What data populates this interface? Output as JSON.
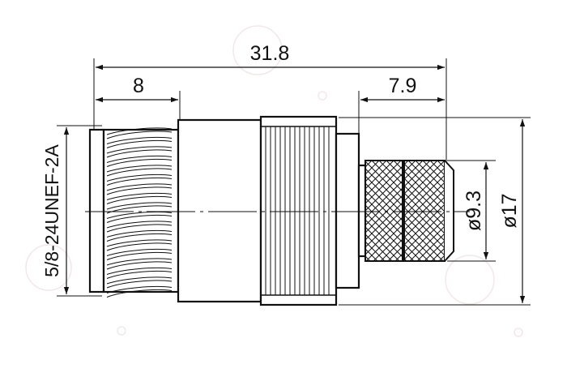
{
  "drawing": {
    "dimensions": {
      "overall_length": "31.8",
      "thread_length": "8",
      "crimp_length": "7.9",
      "crimp_diameter": "ø9.3",
      "body_diameter": "ø17"
    },
    "thread_spec": "5/8-24UNEF-2A"
  },
  "colors": {
    "line": "#111111",
    "background": "#ffffff",
    "watermark": "#f2e8e8"
  }
}
